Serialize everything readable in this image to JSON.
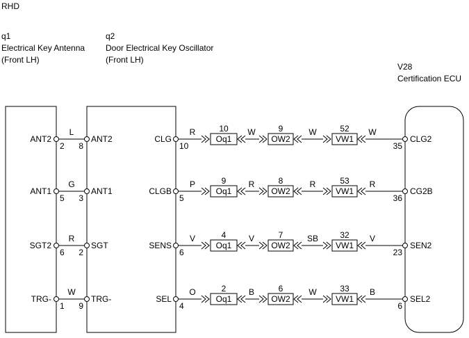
{
  "header": {
    "variant": "RHD"
  },
  "components": {
    "q1": {
      "id": "q1",
      "name_line1": "Electrical Key Antenna",
      "name_line2": "(Front LH)"
    },
    "q2": {
      "id": "q2",
      "name_line1": "Door Electrical Key Oscillator",
      "name_line2": "(Front LH)"
    },
    "v28": {
      "id": "V28",
      "name_line1": "Certification ECU"
    }
  },
  "left_rows": [
    {
      "q1_term": "ANT2",
      "q1_pin": "2",
      "wire": "L",
      "q2_pin": "8",
      "q2_term": "ANT2"
    },
    {
      "q1_term": "ANT1",
      "q1_pin": "5",
      "wire": "G",
      "q2_pin": "3",
      "q2_term": "ANT1"
    },
    {
      "q1_term": "SGT2",
      "q1_pin": "6",
      "wire": "R",
      "q2_pin": "2",
      "q2_term": "SGT"
    },
    {
      "q1_term": "TRG-",
      "q1_pin": "1",
      "wire": "W",
      "q2_pin": "9",
      "q2_term": "TRG-"
    }
  ],
  "right_rows": [
    {
      "q2_term": "CLG",
      "q2_pin": "10",
      "w1": "R",
      "c1": "Oq1",
      "c1_pin": "10",
      "w2": "W",
      "c2": "OW2",
      "c2_pin": "9",
      "w3": "W",
      "c3": "VW1",
      "c3_pin": "52",
      "w4": "W",
      "ecu_pin": "35",
      "ecu_term": "CLG2"
    },
    {
      "q2_term": "CLGB",
      "q2_pin": "5",
      "w1": "P",
      "c1": "Oq1",
      "c1_pin": "9",
      "w2": "R",
      "c2": "OW2",
      "c2_pin": "8",
      "w3": "R",
      "c3": "VW1",
      "c3_pin": "53",
      "w4": "R",
      "ecu_pin": "36",
      "ecu_term": "CG2B"
    },
    {
      "q2_term": "SENS",
      "q2_pin": "6",
      "w1": "V",
      "c1": "Oq1",
      "c1_pin": "4",
      "w2": "V",
      "c2": "OW2",
      "c2_pin": "7",
      "w3": "SB",
      "c3": "VW1",
      "c3_pin": "32",
      "w4": "V",
      "ecu_pin": "23",
      "ecu_term": "SEN2"
    },
    {
      "q2_term": "SEL",
      "q2_pin": "4",
      "w1": "O",
      "c1": "Oq1",
      "c1_pin": "2",
      "w2": "B",
      "c2": "OW2",
      "c2_pin": "6",
      "w3": "W",
      "c3": "VW1",
      "c3_pin": "33",
      "w4": "B",
      "ecu_pin": "6",
      "ecu_term": "SEL2"
    }
  ]
}
